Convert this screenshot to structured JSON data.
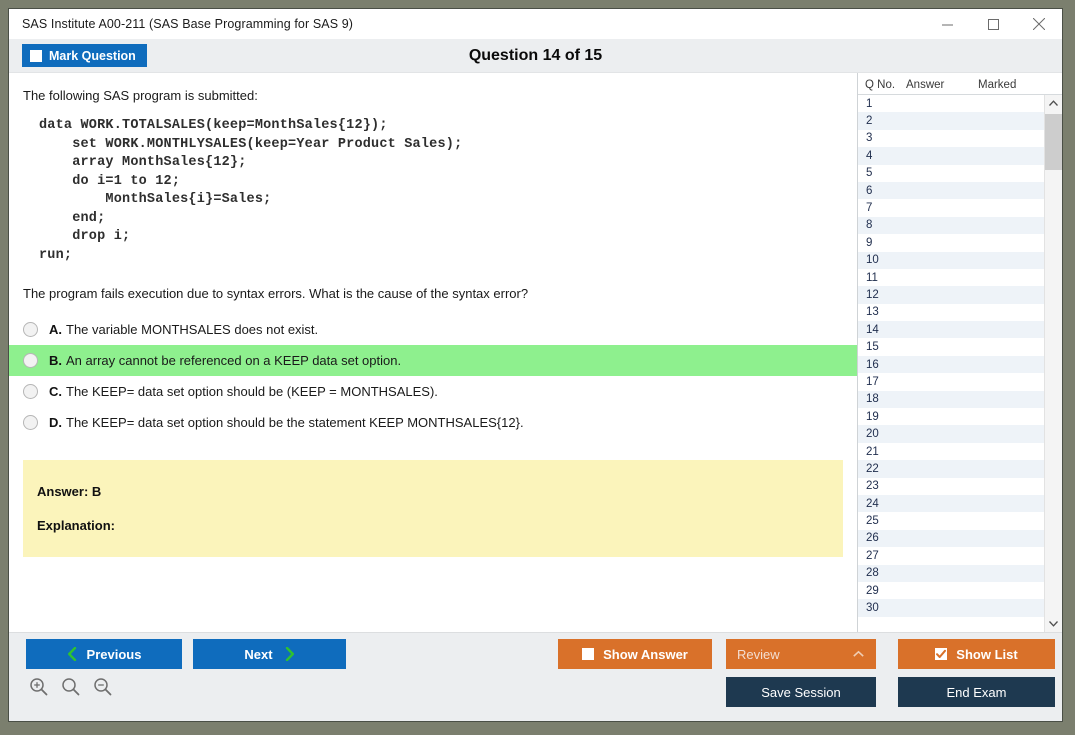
{
  "window": {
    "title": "SAS Institute A00-211 (SAS Base Programming for SAS 9)",
    "controls": {
      "minimize": "minimize-icon",
      "maximize": "maximize-icon",
      "close": "close-icon"
    }
  },
  "toolbar": {
    "mark_question_label": "Mark Question",
    "mark_question_checked": false,
    "question_title": "Question 14 of 15"
  },
  "question": {
    "intro": "The following SAS program is submitted:",
    "code": "data WORK.TOTALSALES(keep=MonthSales{12});\n    set WORK.MONTHLYSALES(keep=Year Product Sales);\n    array MonthSales{12};\n    do i=1 to 12;\n        MonthSales{i}=Sales;\n    end;\n    drop i;\nrun;",
    "prompt": "The program fails execution due to syntax errors. What is the cause of the syntax error?",
    "options": [
      {
        "letter": "A.",
        "text": "The variable MONTHSALES does not exist.",
        "selected": false,
        "highlight": false
      },
      {
        "letter": "B.",
        "text": "An array cannot be referenced on a KEEP data set option.",
        "selected": false,
        "highlight": true
      },
      {
        "letter": "C.",
        "text": "The KEEP= data set option should be (KEEP = MONTHSALES).",
        "selected": false,
        "highlight": false
      },
      {
        "letter": "D.",
        "text": "The KEEP= data set option should be the statement KEEP MONTHSALES{12}.",
        "selected": false,
        "highlight": false
      }
    ],
    "answer_label": "Answer: B",
    "explanation_label": "Explanation:"
  },
  "question_list": {
    "columns": [
      "Q No.",
      "Answer",
      "Marked"
    ],
    "rows": [
      {
        "no": "1",
        "answer": "",
        "marked": ""
      },
      {
        "no": "2",
        "answer": "",
        "marked": ""
      },
      {
        "no": "3",
        "answer": "",
        "marked": ""
      },
      {
        "no": "4",
        "answer": "",
        "marked": ""
      },
      {
        "no": "5",
        "answer": "",
        "marked": ""
      },
      {
        "no": "6",
        "answer": "",
        "marked": ""
      },
      {
        "no": "7",
        "answer": "",
        "marked": ""
      },
      {
        "no": "8",
        "answer": "",
        "marked": ""
      },
      {
        "no": "9",
        "answer": "",
        "marked": ""
      },
      {
        "no": "10",
        "answer": "",
        "marked": ""
      },
      {
        "no": "11",
        "answer": "",
        "marked": ""
      },
      {
        "no": "12",
        "answer": "",
        "marked": ""
      },
      {
        "no": "13",
        "answer": "",
        "marked": ""
      },
      {
        "no": "14",
        "answer": "",
        "marked": ""
      },
      {
        "no": "15",
        "answer": "",
        "marked": ""
      },
      {
        "no": "16",
        "answer": "",
        "marked": ""
      },
      {
        "no": "17",
        "answer": "",
        "marked": ""
      },
      {
        "no": "18",
        "answer": "",
        "marked": ""
      },
      {
        "no": "19",
        "answer": "",
        "marked": ""
      },
      {
        "no": "20",
        "answer": "",
        "marked": ""
      },
      {
        "no": "21",
        "answer": "",
        "marked": ""
      },
      {
        "no": "22",
        "answer": "",
        "marked": ""
      },
      {
        "no": "23",
        "answer": "",
        "marked": ""
      },
      {
        "no": "24",
        "answer": "",
        "marked": ""
      },
      {
        "no": "25",
        "answer": "",
        "marked": ""
      },
      {
        "no": "26",
        "answer": "",
        "marked": ""
      },
      {
        "no": "27",
        "answer": "",
        "marked": ""
      },
      {
        "no": "28",
        "answer": "",
        "marked": ""
      },
      {
        "no": "29",
        "answer": "",
        "marked": ""
      },
      {
        "no": "30",
        "answer": "",
        "marked": ""
      }
    ]
  },
  "footer": {
    "previous_label": "Previous",
    "next_label": "Next",
    "show_answer_label": "Show Answer",
    "show_answer_checked": false,
    "review_label": "Review",
    "show_list_label": "Show List",
    "show_list_checked": true,
    "save_session_label": "Save Session",
    "end_exam_label": "End Exam",
    "zoom_icons": [
      "zoom-in-icon",
      "zoom-reset-icon",
      "zoom-out-icon"
    ]
  },
  "colors": {
    "primary_blue": "#0f6cbd",
    "orange": "#d9712a",
    "navy": "#1e3950",
    "correct_green": "#8ef08e",
    "answer_yellow": "#fbf4bb",
    "chevron_green": "#2fc22f"
  }
}
